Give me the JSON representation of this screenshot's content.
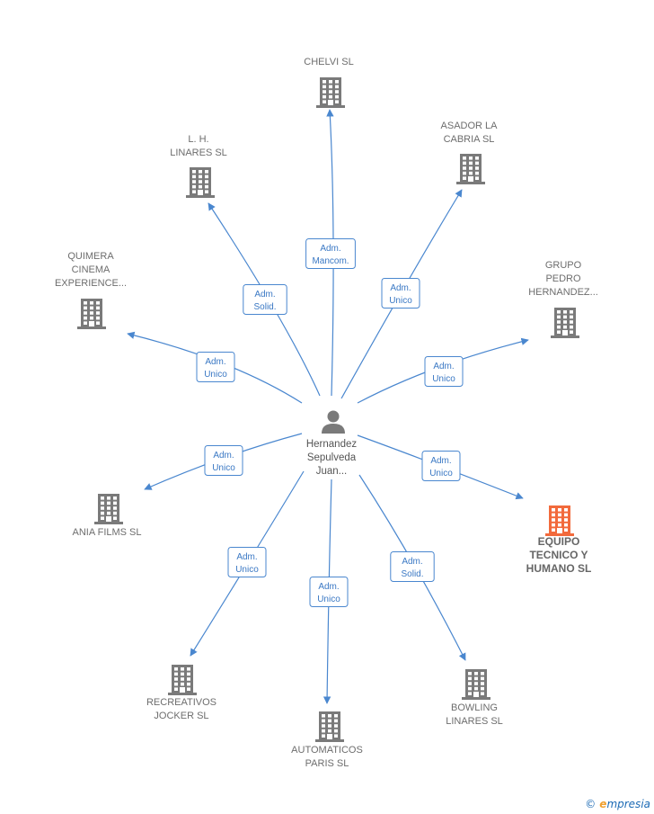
{
  "colors": {
    "edge": "#4a87cf",
    "building": "#7a7a7a",
    "highlight": "#f26a3c",
    "person": "#7a7a7a"
  },
  "center": {
    "lines": [
      "Hernandez",
      "Sepulveda",
      "Juan..."
    ],
    "icon": "person-icon"
  },
  "companies": [
    {
      "id": "chelvi",
      "lines": [
        "CHELVI SL"
      ],
      "highlight": false
    },
    {
      "id": "asador",
      "lines": [
        "ASADOR LA",
        "CABRIA SL"
      ],
      "highlight": false
    },
    {
      "id": "grupo",
      "lines": [
        "GRUPO",
        "PEDRO",
        "HERNANDEZ..."
      ],
      "highlight": false
    },
    {
      "id": "equipo",
      "lines": [
        "EQUIPO",
        "TECNICO Y",
        "HUMANO  SL"
      ],
      "highlight": true
    },
    {
      "id": "bowling",
      "lines": [
        "BOWLING",
        "LINARES SL"
      ],
      "highlight": false
    },
    {
      "id": "automaticos",
      "lines": [
        "AUTOMATICOS",
        "PARIS SL"
      ],
      "highlight": false
    },
    {
      "id": "recreativos",
      "lines": [
        "RECREATIVOS",
        "JOCKER  SL"
      ],
      "highlight": false
    },
    {
      "id": "ania",
      "lines": [
        "ANIA FILMS  SL"
      ],
      "highlight": false
    },
    {
      "id": "quimera",
      "lines": [
        "QUIMERA",
        "CINEMA",
        "EXPERIENCE..."
      ],
      "highlight": false
    },
    {
      "id": "linares",
      "lines": [
        "L. H.",
        "LINARES SL"
      ],
      "highlight": false
    }
  ],
  "relations": [
    {
      "to": "chelvi",
      "lines": [
        "Adm.",
        "Mancom."
      ]
    },
    {
      "to": "asador",
      "lines": [
        "Adm.",
        "Unico"
      ]
    },
    {
      "to": "grupo",
      "lines": [
        "Adm.",
        "Unico"
      ]
    },
    {
      "to": "equipo",
      "lines": [
        "Adm.",
        "Unico"
      ]
    },
    {
      "to": "bowling",
      "lines": [
        "Adm.",
        "Solid."
      ]
    },
    {
      "to": "automaticos",
      "lines": [
        "Adm.",
        "Unico"
      ]
    },
    {
      "to": "recreativos",
      "lines": [
        "Adm.",
        "Unico"
      ]
    },
    {
      "to": "ania",
      "lines": [
        "Adm.",
        "Unico"
      ]
    },
    {
      "to": "quimera",
      "lines": [
        "Adm.",
        "Unico"
      ]
    },
    {
      "to": "linares",
      "lines": [
        "Adm.",
        "Solid."
      ]
    }
  ],
  "footer": {
    "copyright": "©",
    "brand_initial": "e",
    "brand_rest": "mpresia"
  }
}
